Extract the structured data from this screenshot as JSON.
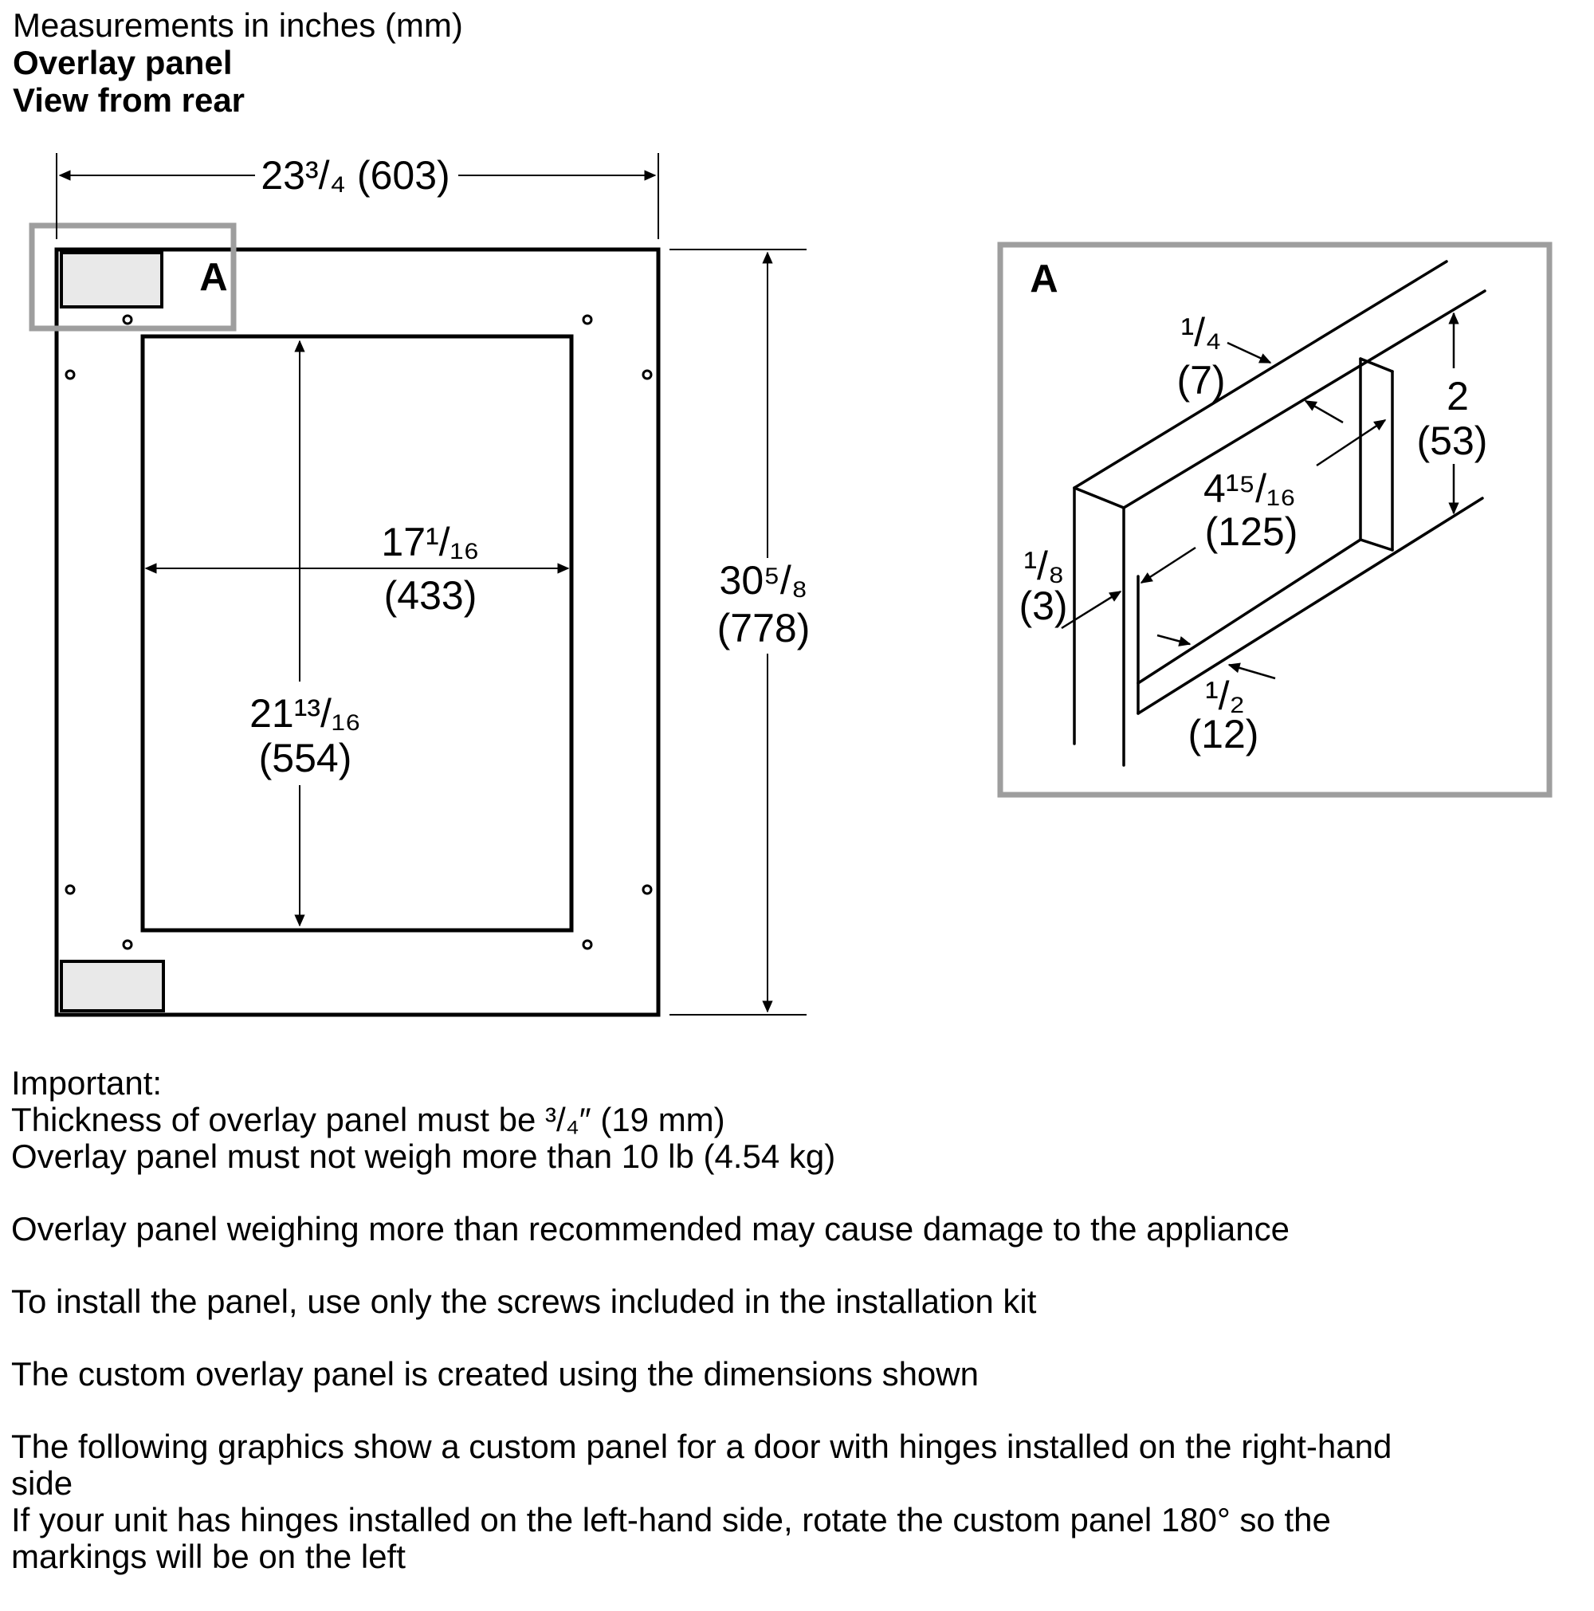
{
  "header": {
    "line1": "Measurements in inches (mm)",
    "line2": "Overlay panel",
    "line3": "View from rear"
  },
  "diagram": {
    "callout_label": "A",
    "detail_label": "A",
    "colors": {
      "callout_gray": "#9e9e9e",
      "recess_fill_gray": "#e9e9e9",
      "line_black": "#000000"
    },
    "dims": {
      "panel_width": {
        "in": "23³/₄",
        "mm": "(603)"
      },
      "panel_height": {
        "in": "30⁵/₈",
        "mm": "(778)"
      },
      "cutout_width": {
        "in": "17¹/₁₆",
        "mm": "(433)"
      },
      "cutout_height": {
        "in": "21¹³/₁₆",
        "mm": "(554)"
      },
      "recess_top": {
        "in": "¹/₄",
        "mm": "(7)"
      },
      "recess_height": {
        "in": "2",
        "mm": "(53)"
      },
      "recess_length": {
        "in": "4¹⁵/₁₆",
        "mm": "(125)"
      },
      "recess_left": {
        "in": "¹/₈",
        "mm": "(3)"
      },
      "recess_bottom": {
        "in": "¹/₂",
        "mm": "(12)"
      }
    }
  },
  "notes": [
    {
      "lines": [
        "Important:",
        "Thickness of overlay panel must be ³/₄″ (19 mm)",
        "Overlay panel must not weigh more than 10 lb (4.54 kg)"
      ]
    },
    {
      "lines": [
        "Overlay panel weighing more than recommended may cause damage to the appliance"
      ]
    },
    {
      "lines": [
        "To install the panel, use only the screws included in the installation kit"
      ]
    },
    {
      "lines": [
        "The custom overlay panel is created using the dimensions shown"
      ]
    },
    {
      "lines": [
        "The following graphics show a custom panel for a door with hinges installed on the right-hand",
        "side",
        "If your unit has hinges installed on the left-hand side, rotate the custom panel 180° so the",
        "markings will be on the left"
      ]
    }
  ]
}
